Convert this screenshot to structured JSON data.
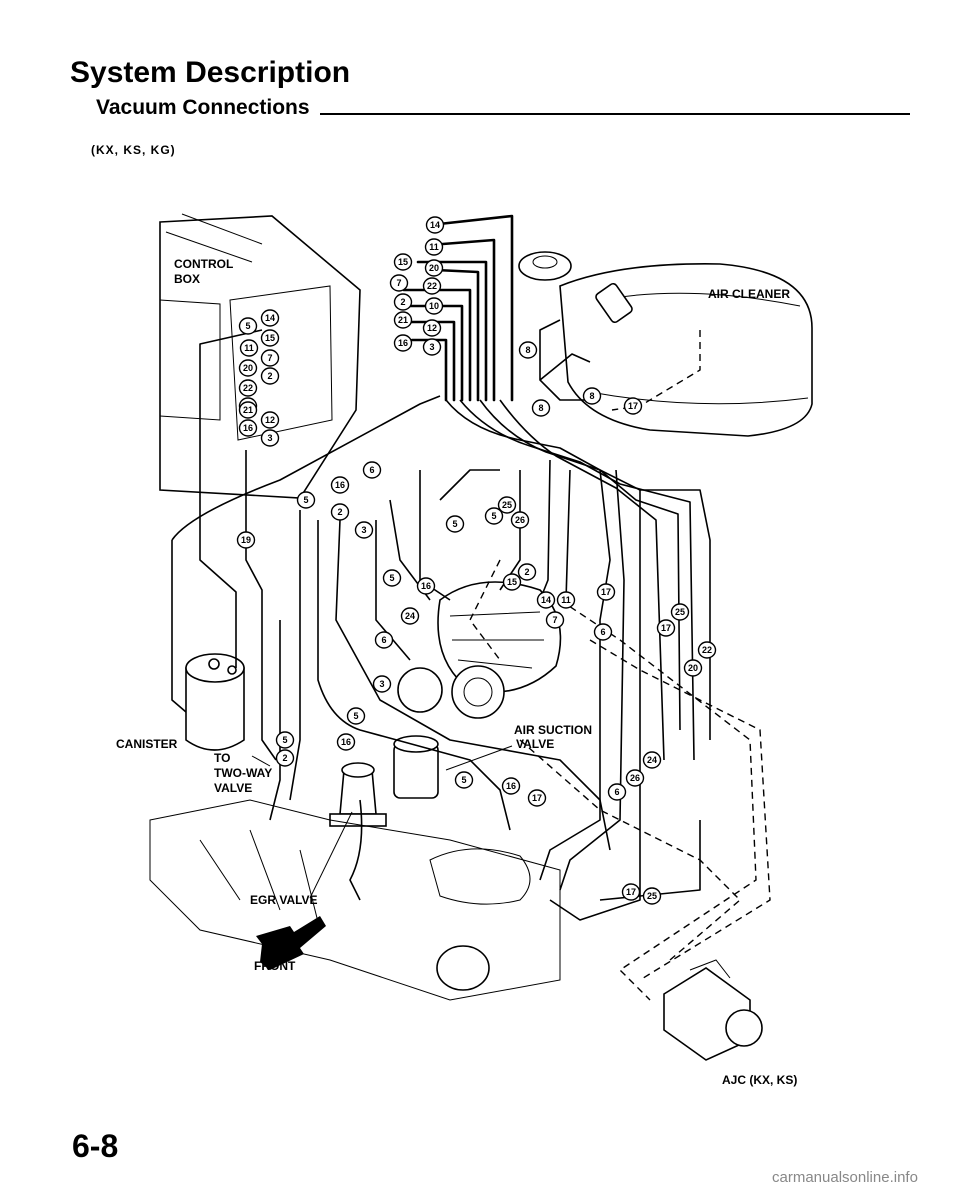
{
  "header": {
    "title": "System Description",
    "subtitle": "Vacuum Connections",
    "models": "(KX, KS, KG)"
  },
  "labels": {
    "control_box_line1": "CONTROL",
    "control_box_line2": "BOX",
    "air_cleaner": "AIR CLEANER",
    "canister": "CANISTER",
    "two_way_line1": "TO",
    "two_way_line2": "TWO-WAY",
    "two_way_line3": "VALVE",
    "air_suction_line1": "AIR SUCTION",
    "air_suction_line2": "VALVE",
    "egr_valve": "EGR VALVE",
    "front": "FRONT",
    "ajc": "AJC (KX, KS)"
  },
  "hose_badges": [
    "14",
    "11",
    "15",
    "20",
    "7",
    "22",
    "2",
    "10",
    "21",
    "12",
    "16",
    "3",
    "5",
    "14",
    "11",
    "15",
    "20",
    "7",
    "22",
    "2",
    "16",
    "21",
    "12",
    "16",
    "3",
    "8",
    "8",
    "8",
    "17",
    "6",
    "16",
    "5",
    "2",
    "3",
    "19",
    "5",
    "25",
    "5",
    "26",
    "5",
    "16",
    "24",
    "6",
    "3",
    "2",
    "15",
    "14",
    "11",
    "7",
    "17",
    "25",
    "17",
    "6",
    "22",
    "20",
    "5",
    "16",
    "5",
    "2",
    "5",
    "16",
    "17",
    "24",
    "26",
    "6",
    "17",
    "25"
  ],
  "footer": {
    "page_number": "6-8",
    "watermark": "carmanualsonline.info"
  }
}
